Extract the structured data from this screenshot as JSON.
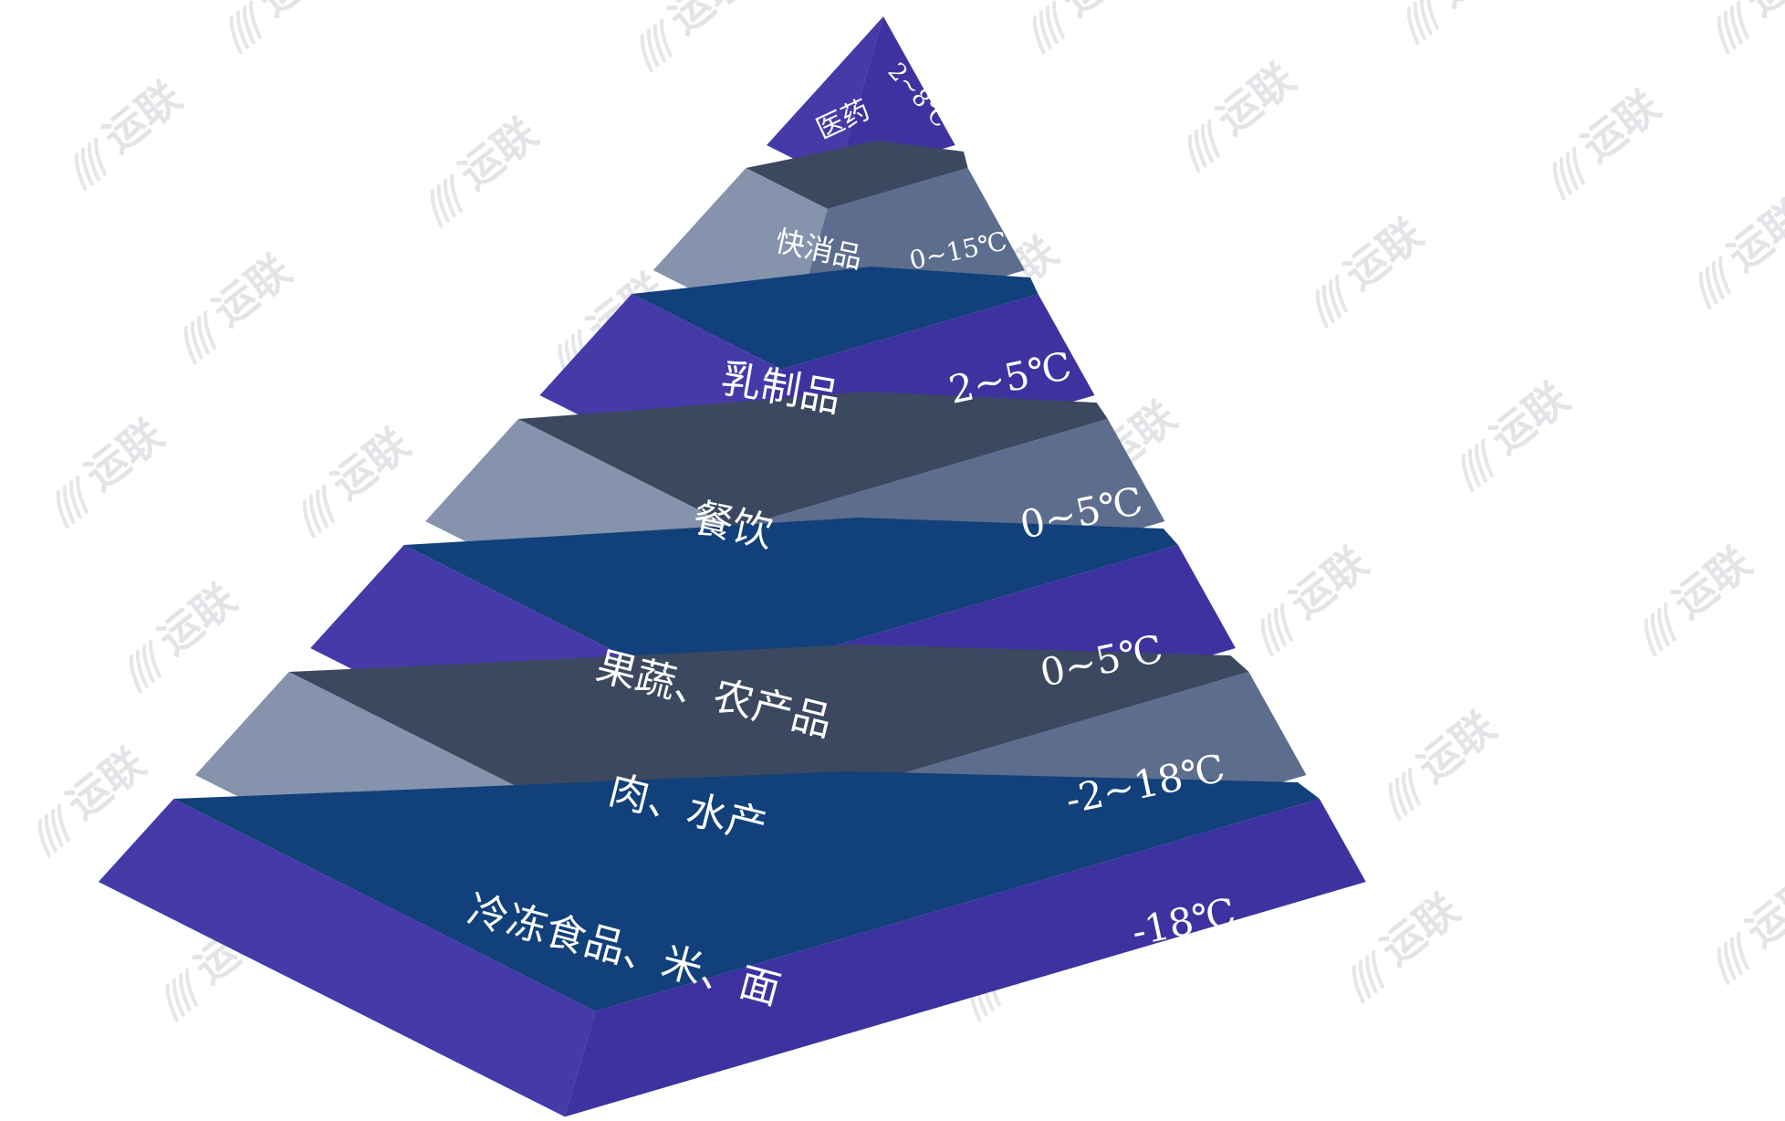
{
  "diagram": {
    "type": "pyramid",
    "tiers": [
      {
        "category": "医药",
        "temperature": "2~8℃"
      },
      {
        "category": "快消品",
        "temperature": "0~15℃"
      },
      {
        "category": "乳制品",
        "temperature": "2~5℃"
      },
      {
        "category": "餐饮",
        "temperature": "0~5℃"
      },
      {
        "category": "果蔬、农产品",
        "temperature": "0~5℃"
      },
      {
        "category": "肉、水产",
        "temperature": "-2~18℃"
      },
      {
        "category": "冷冻食品、米、面",
        "temperature": "-18℃"
      }
    ]
  },
  "watermark": {
    "text": "运联"
  },
  "colors": {
    "purple_front": "#453aa8",
    "purple_side": "#3d32a0",
    "purple_top": "#11407a",
    "gray_front": "#8593ac",
    "gray_side": "#5c6d8d",
    "gray_top": "#3b4860"
  }
}
